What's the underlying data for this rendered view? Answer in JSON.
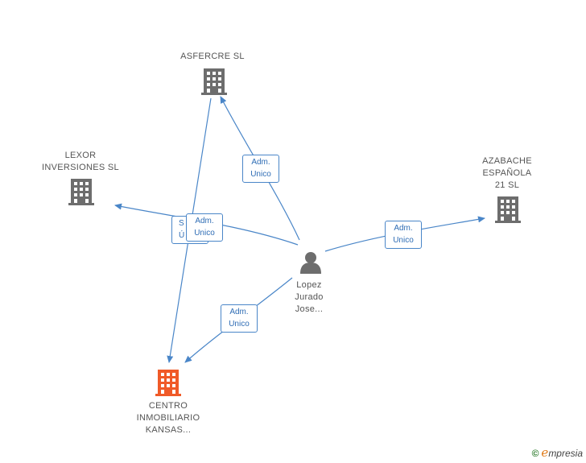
{
  "nodes": {
    "asfercre": {
      "label": "ASFERCRE SL",
      "type": "company",
      "color": "#6d6d6d"
    },
    "lexor": {
      "label_lines": [
        "LEXOR",
        "INVERSIONES SL"
      ],
      "type": "company",
      "color": "#6d6d6d"
    },
    "azabache": {
      "label_lines": [
        "AZABACHE",
        "ESPAÑOLA",
        "21 SL"
      ],
      "type": "company",
      "color": "#6d6d6d"
    },
    "centro": {
      "label_lines": [
        "CENTRO",
        "INMOBILIARIO",
        "KANSAS..."
      ],
      "type": "company",
      "color": "#f05a28"
    },
    "person": {
      "label_lines": [
        "Lopez",
        "Jurado",
        "Jose..."
      ],
      "type": "person",
      "icon": "person-icon",
      "color": "#6d6d6d"
    }
  },
  "edges": {
    "person_asfercre": {
      "line1": "Adm.",
      "line2": "Unico"
    },
    "person_lexor_back": {
      "line1": "S",
      "line2": "Ú"
    },
    "person_lexor": {
      "line1": "Adm.",
      "line2": "Unico"
    },
    "person_azabache": {
      "line1": "Adm.",
      "line2": "Unico"
    },
    "person_centro": {
      "line1": "Adm.",
      "line2": "Unico"
    }
  },
  "colors": {
    "edge": "#4a86c8",
    "company": "#6d6d6d",
    "highlight": "#f05a28"
  },
  "brand": {
    "symbol": "©",
    "initial": "e",
    "rest": "mpresia"
  }
}
